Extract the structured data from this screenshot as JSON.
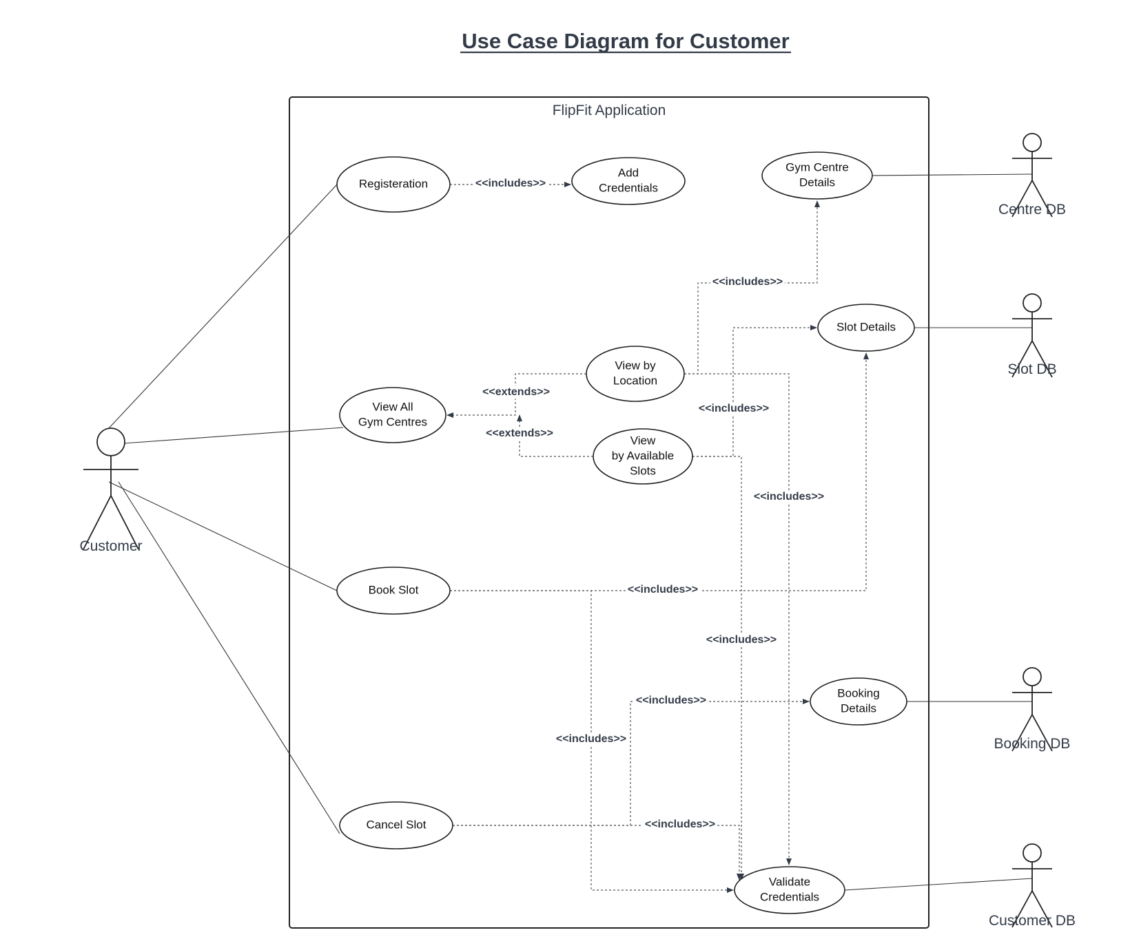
{
  "title": "Use Case Diagram for Customer",
  "system": {
    "name": "FlipFit Application"
  },
  "actors": [
    {
      "id": "customer",
      "name": "Customer"
    },
    {
      "id": "centre_db",
      "name": "Centre DB"
    },
    {
      "id": "slot_db",
      "name": "Slot DB"
    },
    {
      "id": "booking_db",
      "name": "Booking DB"
    },
    {
      "id": "customer_db",
      "name": "Customer DB"
    }
  ],
  "use_cases": [
    {
      "id": "registration",
      "lines": [
        "Registeration"
      ]
    },
    {
      "id": "add_credentials",
      "lines": [
        "Add",
        "Credentials"
      ]
    },
    {
      "id": "gym_centre_details",
      "lines": [
        "Gym Centre",
        "Details"
      ]
    },
    {
      "id": "slot_details",
      "lines": [
        "Slot Details"
      ]
    },
    {
      "id": "view_by_location",
      "lines": [
        "View by",
        "Location"
      ]
    },
    {
      "id": "view_all_gym_centres",
      "lines": [
        "View All",
        "Gym Centres"
      ]
    },
    {
      "id": "view_by_available_slots",
      "lines": [
        "View",
        "by Available",
        "Slots"
      ]
    },
    {
      "id": "book_slot",
      "lines": [
        "Book Slot"
      ]
    },
    {
      "id": "booking_details",
      "lines": [
        "Booking",
        "Details"
      ]
    },
    {
      "id": "cancel_slot",
      "lines": [
        "Cancel Slot"
      ]
    },
    {
      "id": "validate_credentials",
      "lines": [
        "Validate",
        "Credentials"
      ]
    }
  ],
  "relationships": [
    {
      "id": "r1",
      "from": "registration",
      "to": "add_credentials",
      "label": "<<includes>>"
    },
    {
      "id": "r2",
      "from": "view_by_location",
      "to": "gym_centre_details",
      "label": "<<includes>>"
    },
    {
      "id": "r3",
      "from": "view_by_location",
      "to": "view_all_gym_centres",
      "label": "<<extends>>"
    },
    {
      "id": "r4",
      "from": "view_by_available_slots",
      "to": "view_all_gym_centres",
      "label": "<<extends>>"
    },
    {
      "id": "r5",
      "from": "view_by_available_slots",
      "to": "slot_details",
      "label": "<<includes>>"
    },
    {
      "id": "r6",
      "from": "view_by_location",
      "to": "validate_credentials",
      "label": "<<includes>>"
    },
    {
      "id": "r7",
      "from": "book_slot",
      "to": "slot_details",
      "label": "<<includes>>"
    },
    {
      "id": "r8",
      "from": "view_by_available_slots",
      "to": "validate_credentials",
      "label": "<<includes>>"
    },
    {
      "id": "r9",
      "from": "cancel_slot",
      "to": "booking_details",
      "label": "<<includes>>"
    },
    {
      "id": "r10",
      "from": "book_slot",
      "to": "validate_credentials",
      "label": "<<includes>>"
    },
    {
      "id": "r11",
      "from": "cancel_slot",
      "to": "validate_credentials",
      "label": "<<includes>>"
    }
  ],
  "associations": [
    {
      "actor": "customer",
      "use_case": "registration"
    },
    {
      "actor": "customer",
      "use_case": "view_all_gym_centres"
    },
    {
      "actor": "customer",
      "use_case": "book_slot"
    },
    {
      "actor": "customer",
      "use_case": "cancel_slot"
    },
    {
      "actor": "centre_db",
      "use_case": "gym_centre_details"
    },
    {
      "actor": "slot_db",
      "use_case": "slot_details"
    },
    {
      "actor": "booking_db",
      "use_case": "booking_details"
    },
    {
      "actor": "customer_db",
      "use_case": "validate_credentials"
    }
  ]
}
